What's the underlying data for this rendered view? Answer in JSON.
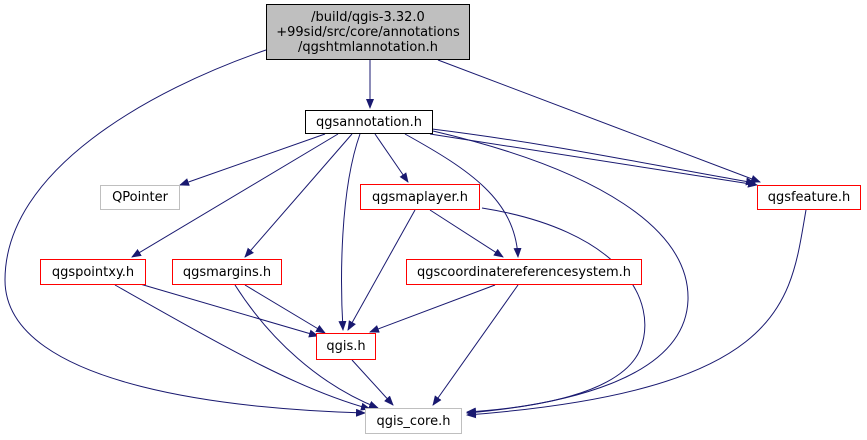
{
  "root": {
    "line1": "/build/qgis-3.32.0",
    "line2": "+99sid/src/core/annotations",
    "line3": "/qgshtmlannotation.h"
  },
  "nodes": {
    "qgsannotation": "qgsannotation.h",
    "qpointer": "QPointer",
    "qgsmaplayer": "qgsmaplayer.h",
    "qgsfeature": "qgsfeature.h",
    "qgspointxy": "qgspointxy.h",
    "qgsmargins": "qgsmargins.h",
    "qgscrs": "qgscoordinatereferencesystem.h",
    "qgis": "qgis.h",
    "qgis_core": "qgis_core.h"
  },
  "colors": {
    "edge": "#191970",
    "node_border_red": "#ff0000",
    "node_border_gray": "#bfbfbf",
    "root_fill": "#bfbfbf"
  }
}
